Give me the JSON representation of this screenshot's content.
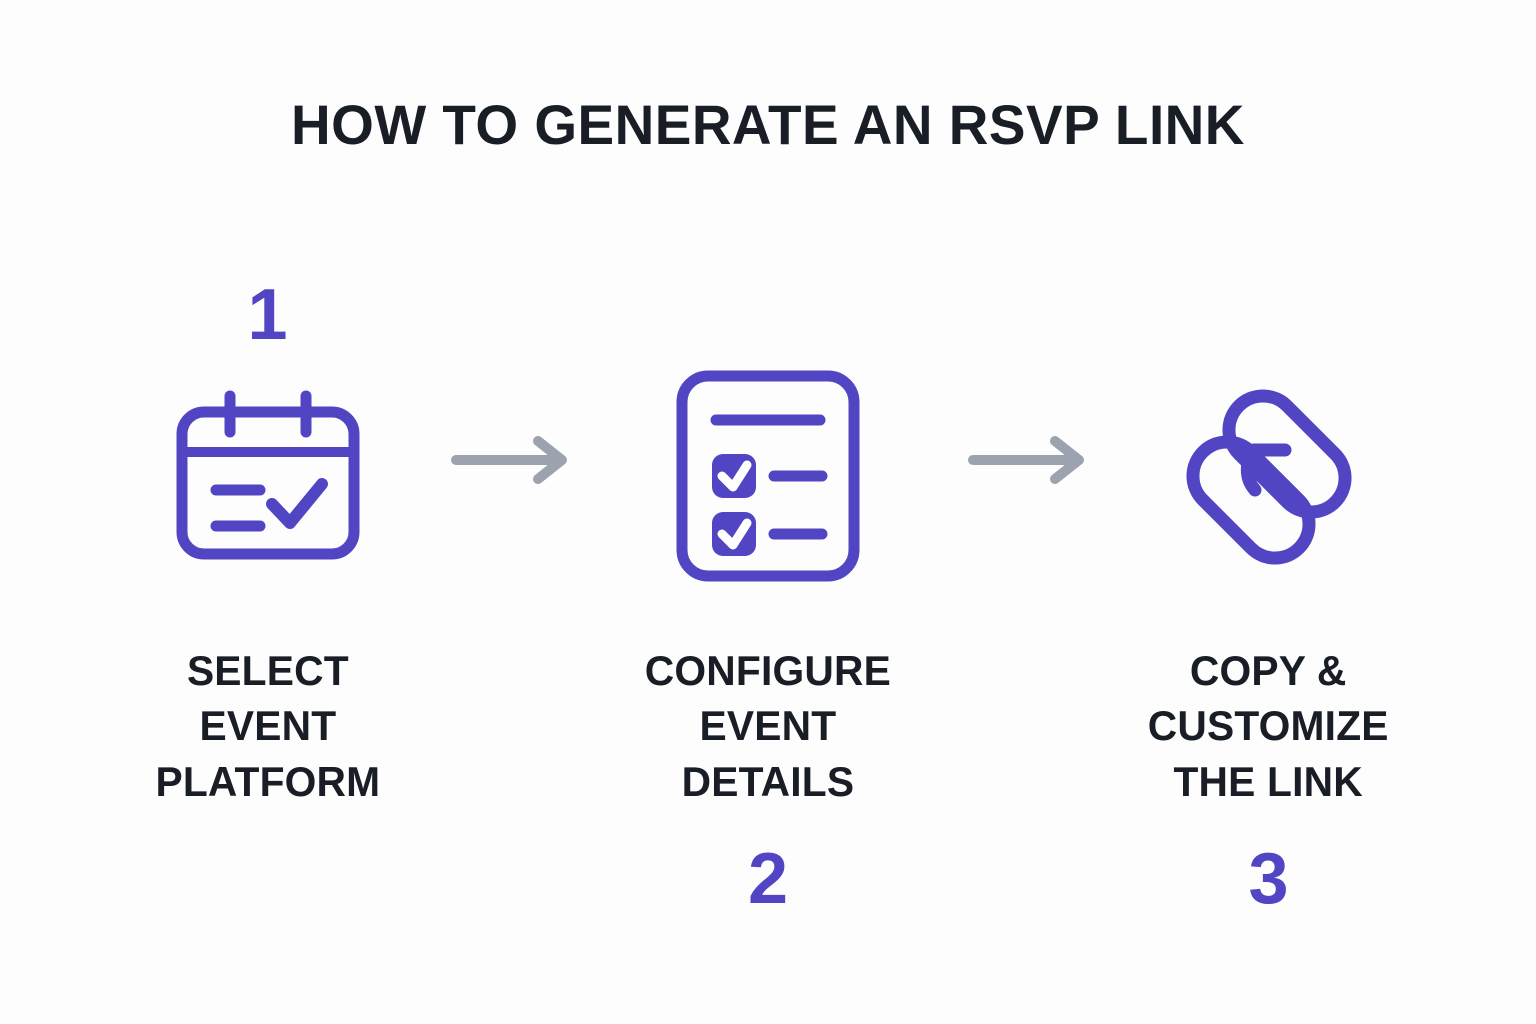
{
  "page": {
    "title": "HOW TO GENERATE AN RSVP LINK",
    "background_color": "#fdfdfd",
    "accent_color": "#5245c4",
    "text_color": "#191d26",
    "arrow_color": "#9ca3af"
  },
  "steps": [
    {
      "number": "1",
      "number_position": "above-icon",
      "icon": "calendar-check-icon",
      "label_lines": [
        "SELECT",
        "EVENT",
        "PLATFORM"
      ]
    },
    {
      "number": "2",
      "number_position": "below-label",
      "icon": "checklist-icon",
      "label_lines": [
        "CONFIGURE",
        "EVENT",
        "DETAILS"
      ]
    },
    {
      "number": "3",
      "number_position": "below-label",
      "icon": "link-chain-icon",
      "label_lines": [
        "COPY &",
        "CUSTOMIZE",
        "THE LINK"
      ]
    }
  ],
  "connectors": [
    {
      "name": "arrow-step1-to-step2",
      "glyph": "arrow-right-icon"
    },
    {
      "name": "arrow-step2-to-step3",
      "glyph": "arrow-right-icon"
    }
  ]
}
